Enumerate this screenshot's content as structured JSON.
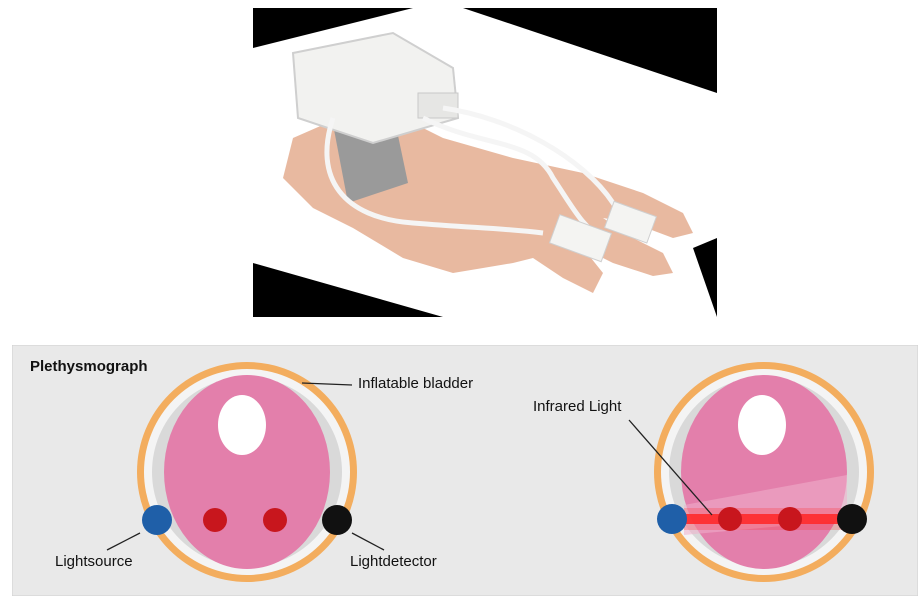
{
  "diagram": {
    "title": "Plethysmograph",
    "labels": {
      "bladder": "Inflatable bladder",
      "infrared": "Infrared Light",
      "lightsource": "Lightsource",
      "lightdetector": "Lightdetector"
    }
  },
  "colors": {
    "ring_outer": "#f3ad5e",
    "ring_inner": "#d9d9d9",
    "tissue": "#e37fab",
    "light_source": "#1f5fa8",
    "light_detector": "#111111",
    "vessel": "#c8161d",
    "infrared_beam": "#ff2a2a",
    "panel": "#e9e9e9"
  }
}
